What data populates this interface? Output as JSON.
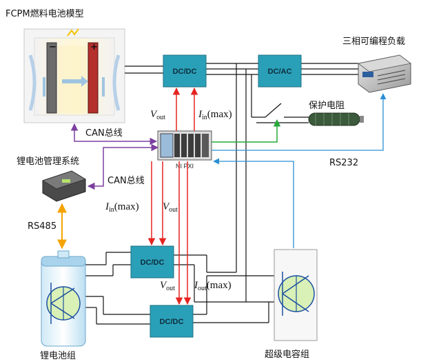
{
  "labels": {
    "fcpm": "FCPM燃料电池模型",
    "programmable_load": "三相可编程负载",
    "protection_resistor": "保护电阻",
    "can_bus_1": "CAN总线",
    "can_bus_2": "CAN总线",
    "bms": "锂电池管理系统",
    "rs485": "RS485",
    "rs232": "RS232",
    "ni_pxi": "NI PXI",
    "li_battery_pack": "锂电池组",
    "supercap_pack": "超级电容组"
  },
  "converters": {
    "dcdc_top": "DC/DC",
    "dcac": "DC/AC",
    "dcdc_mid": "DC/DC",
    "dcdc_bottom": "DC/DC"
  },
  "signals": {
    "v_out_1": {
      "base": "V",
      "sub": "out"
    },
    "i_in_max_1": {
      "base": "I",
      "sub": "in",
      "suffix": "(max)"
    },
    "i_in_max_2": {
      "base": "I",
      "sub": "in",
      "suffix": "(max)"
    },
    "v_out_2": {
      "base": "V",
      "sub": "out"
    },
    "v_out_3": {
      "base": "V",
      "sub": "out"
    },
    "i_out_max": {
      "base": "I",
      "sub": "out",
      "suffix": "(max)"
    }
  },
  "fuel_cell": {
    "minus": "−",
    "plus": "+"
  },
  "colors": {
    "converter_fill": "#2aa0b8",
    "red_signal": "#e52421",
    "purple_can": "#7b3fa0",
    "blue_link": "#2a8fd4",
    "green_link": "#26a839",
    "orange_rs485": "#f5a300",
    "wire": "#111111"
  }
}
